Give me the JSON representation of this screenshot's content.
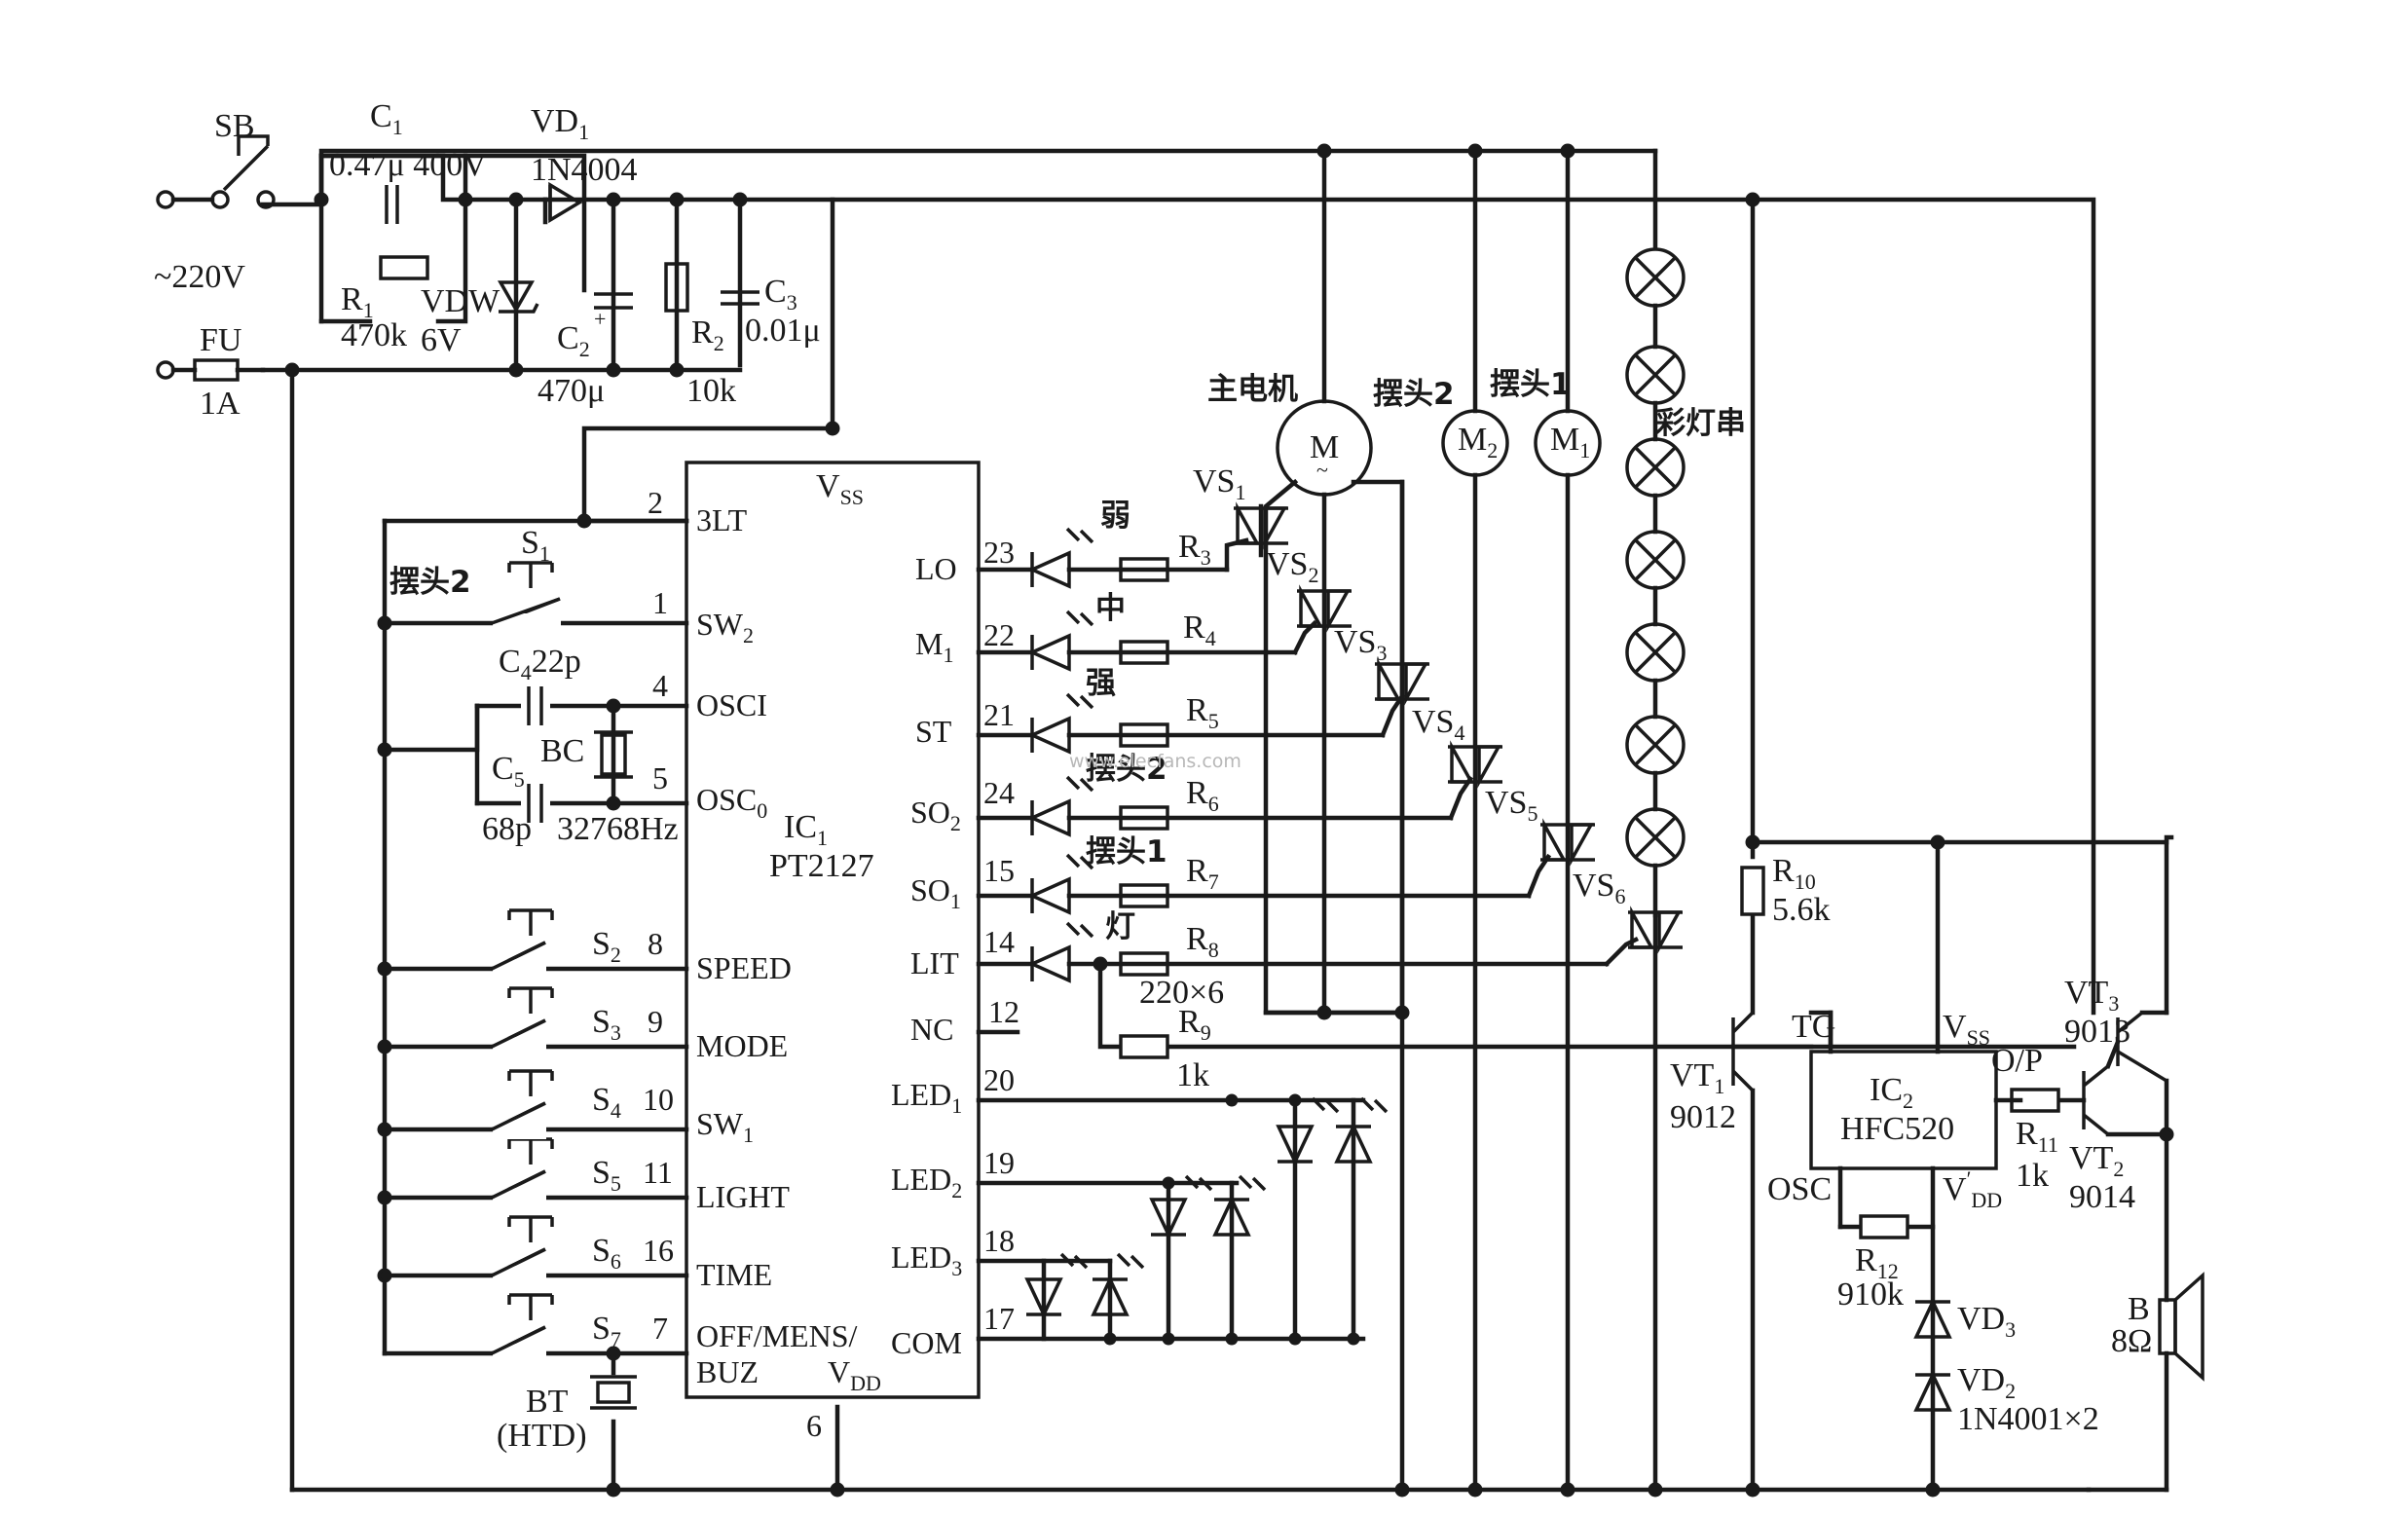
{
  "labels": {
    "sb": "SB",
    "c1": "C",
    "c1_sub": "1",
    "c1_val": "0.47μ 400V",
    "vd1": "VD",
    "vd1_sub": "1",
    "vd1_val": "1N4004",
    "mains": "~220V",
    "r1": "R",
    "r1_sub": "1",
    "r1_val": "470k",
    "vdw": "VDW",
    "vdw_val": "6V",
    "c2": "C",
    "c2_sub": "2",
    "c2_val": "470μ",
    "r2": "R",
    "r2_sub": "2",
    "r2_val": "10k",
    "c3": "C",
    "c3_sub": "3",
    "c3_val": "0.01μ",
    "fu": "FU",
    "fu_val": "1A",
    "main_motor": "主电机",
    "swing2": "摆头2",
    "swing1": "摆头1",
    "lamp_string": "彩灯串",
    "m": "M",
    "m2": "M",
    "m2_sub": "2",
    "m1": "M",
    "m1_sub": "1",
    "ac": "~",
    "vss": "V",
    "vss_sub": "SS",
    "ic1": "IC",
    "ic1_sub": "1",
    "ic1_part": "PT2127",
    "p_3lt": "3LT",
    "p_sw2": "SW",
    "p_sw2_sub": "2",
    "p_osci": "OSCI",
    "p_osco": "OSC",
    "p_osco_sub": "0",
    "p_speed": "SPEED",
    "p_mode": "MODE",
    "p_sw1": "SW",
    "p_sw1_sub": "1",
    "p_light": "LIGHT",
    "p_time": "TIME",
    "p_off": "OFF/MENS/",
    "p_buz": "BUZ",
    "p_vdd": "V",
    "p_vdd_sub": "DD",
    "p_lo": "LO",
    "p_m1": "M",
    "p_m1_sub": "1",
    "p_st": "ST",
    "p_so2": "SO",
    "p_so2_sub": "2",
    "p_so1": "SO",
    "p_so1_sub": "1",
    "p_lit": "LIT",
    "p_nc": "NC",
    "p_led1": "LED",
    "p_led1_sub": "1",
    "p_led2": "LED",
    "p_led2_sub": "2",
    "p_led3": "LED",
    "p_led3_sub": "3",
    "p_com": "COM",
    "pin_2": "2",
    "pin_1": "1",
    "pin_4": "4",
    "pin_5": "5",
    "pin_8": "8",
    "pin_9": "9",
    "pin_10": "10",
    "pin_11": "11",
    "pin_16": "16",
    "pin_7": "7",
    "pin_6": "6",
    "pin_23": "23",
    "pin_22": "22",
    "pin_21": "21",
    "pin_24": "24",
    "pin_15": "15",
    "pin_14": "14",
    "pin_12": "12",
    "pin_20": "20",
    "pin_19": "19",
    "pin_18": "18",
    "pin_17": "17",
    "s1": "S",
    "s1_sub": "1",
    "swing2_left": "摆头2",
    "c4": "C",
    "c4_sub": "4",
    "c4_val": "22p",
    "bc": "BC",
    "c5": "C",
    "c5_sub": "5",
    "c5_val": "68p",
    "xtal_val": "32768Hz",
    "s2": "S",
    "s2_sub": "2",
    "s3": "S",
    "s3_sub": "3",
    "s4": "S",
    "s4_sub": "4",
    "s5": "S",
    "s5_sub": "5",
    "s6": "S",
    "s6_sub": "6",
    "s7": "S",
    "s7_sub": "7",
    "bt": "BT",
    "bt_val": "(HTD)",
    "weak": "弱",
    "mid": "中",
    "strong": "强",
    "led_swing2": "摆头2",
    "led_swing1": "摆头1",
    "led_lamp": "灯",
    "r3": "R",
    "r3_sub": "3",
    "r4": "R",
    "r4_sub": "4",
    "r5": "R",
    "r5_sub": "5",
    "r6": "R",
    "r6_sub": "6",
    "r7": "R",
    "r7_sub": "7",
    "r8": "R",
    "r8_sub": "8",
    "r8_val": "220×6",
    "r9": "R",
    "r9_sub": "9",
    "r9_val": "1k",
    "vs1": "VS",
    "vs1_sub": "1",
    "vs2": "VS",
    "vs2_sub": "2",
    "vs3": "VS",
    "vs3_sub": "3",
    "vs4": "VS",
    "vs4_sub": "4",
    "vs5": "VS",
    "vs5_sub": "5",
    "vs6": "VS",
    "vs6_sub": "6",
    "r10": "R",
    "r10_sub": "10",
    "r10_val": "5.6k",
    "tg": "TG",
    "vss2": "V",
    "vss2_sub": "SS",
    "ic2": "IC",
    "ic2_sub": "2",
    "ic2_part": "HFC520",
    "op": "O/P",
    "vt3": "VT",
    "vt3_sub": "3",
    "vt3_val": "9013",
    "vt1": "VT",
    "vt1_sub": "1",
    "vt1_val": "9012",
    "vt2": "VT",
    "vt2_sub": "2",
    "vt2_val": "9014",
    "r11": "R",
    "r11_sub": "11",
    "r11_val": "1k",
    "osc": "OSC",
    "vdd2": "V",
    "vdd2_sup": "′",
    "vdd2_sub": "DD",
    "r12": "R",
    "r12_sub": "12",
    "r12_val": "910k",
    "vd3": "VD",
    "vd3_sub": "3",
    "vd2": "VD",
    "vd2_sub": "2",
    "vd2_val": "1N4001×2",
    "b": "B",
    "b_val": "8Ω",
    "watermark": "www.elecfans.com"
  }
}
